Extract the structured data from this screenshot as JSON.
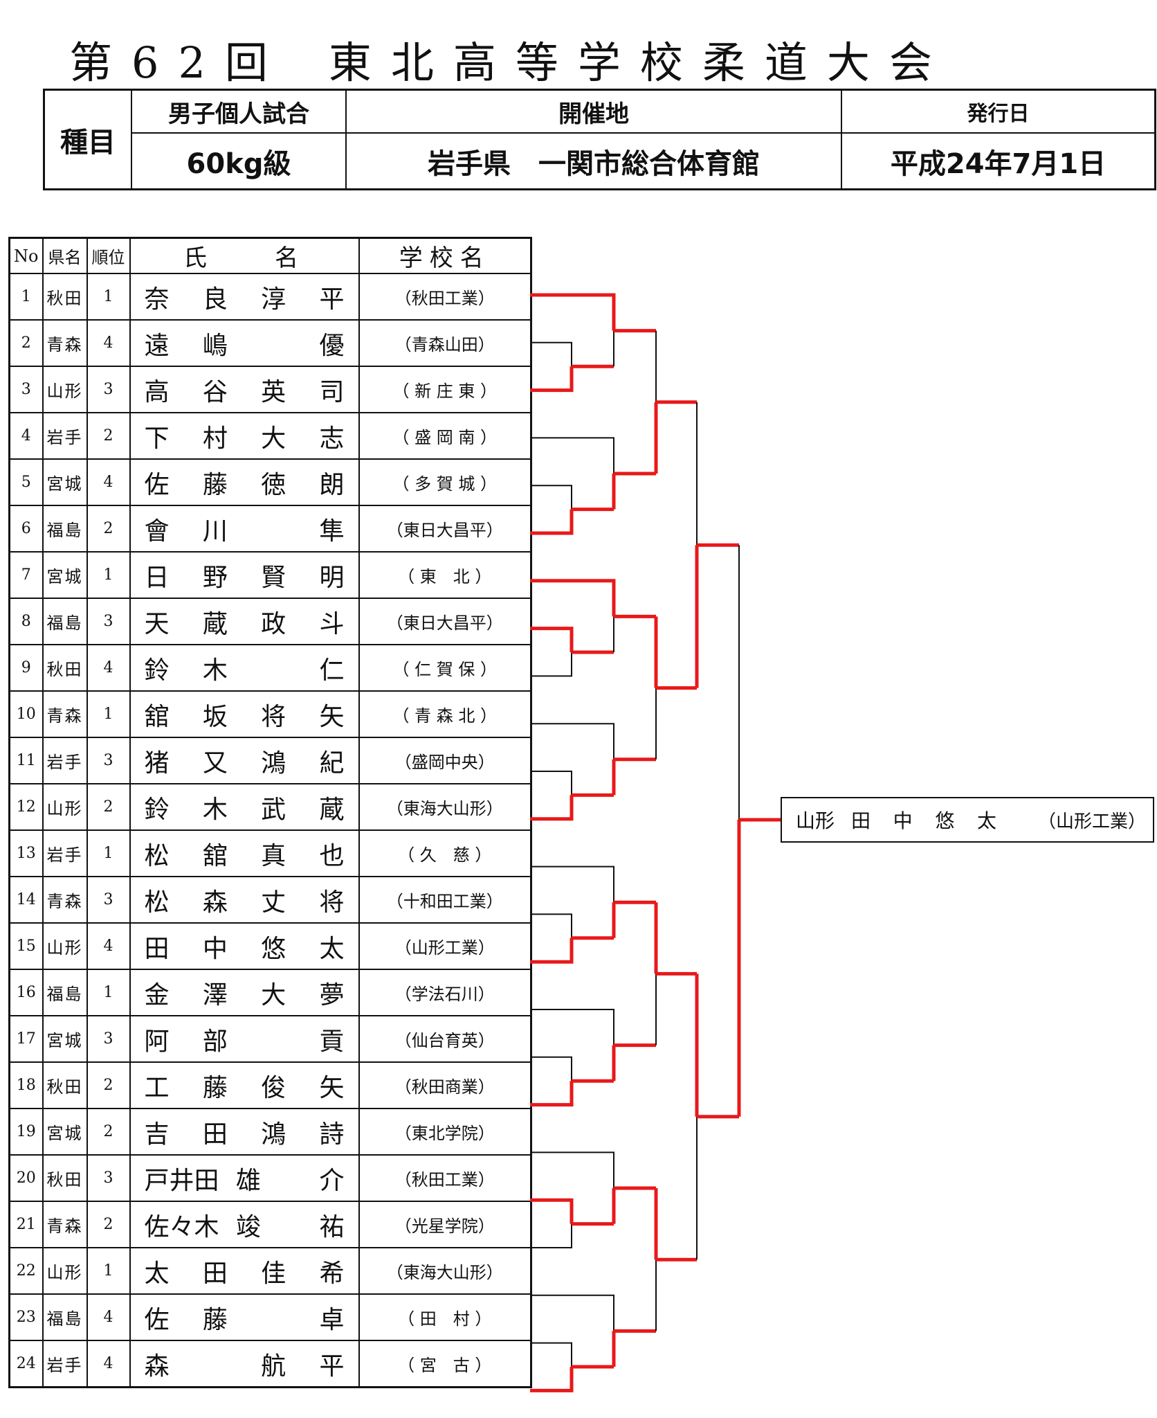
{
  "title": {
    "main": "第62回",
    "sub": "東北高等学校柔道大会"
  },
  "header": {
    "kind_label": "種目",
    "event_label": "男子個人試合",
    "event_value": "60kg級",
    "venue_label": "開催地",
    "venue_value": "岩手県　一関市総合体育館",
    "date_label": "発行日",
    "date_value": "平成24年7月1日"
  },
  "table_headers": {
    "no": "No",
    "pref": "県名",
    "rank": "順位",
    "name": "氏　　名",
    "school": "学校名"
  },
  "entries": [
    {
      "no": "1",
      "pref": "秋田",
      "rank": "1",
      "name": [
        "奈",
        "良",
        "淳",
        "平"
      ],
      "school": "（秋田工業）"
    },
    {
      "no": "2",
      "pref": "青森",
      "rank": "4",
      "name": [
        "遠",
        "嶋",
        "",
        "優"
      ],
      "school": "（青森山田）"
    },
    {
      "no": "3",
      "pref": "山形",
      "rank": "3",
      "name": [
        "高",
        "谷",
        "英",
        "司"
      ],
      "school": "（ 新 庄 東 ）"
    },
    {
      "no": "4",
      "pref": "岩手",
      "rank": "2",
      "name": [
        "下",
        "村",
        "大",
        "志"
      ],
      "school": "（ 盛 岡 南 ）"
    },
    {
      "no": "5",
      "pref": "宮城",
      "rank": "4",
      "name": [
        "佐",
        "藤",
        "徳",
        "朗"
      ],
      "school": "（ 多 賀 城 ）"
    },
    {
      "no": "6",
      "pref": "福島",
      "rank": "2",
      "name": [
        "會",
        "川",
        "",
        "隼"
      ],
      "school": "（東日大昌平）"
    },
    {
      "no": "7",
      "pref": "宮城",
      "rank": "1",
      "name": [
        "日",
        "野",
        "賢",
        "明"
      ],
      "school": "（ 東　北 ）"
    },
    {
      "no": "8",
      "pref": "福島",
      "rank": "3",
      "name": [
        "天",
        "蔵",
        "政",
        "斗"
      ],
      "school": "（東日大昌平）"
    },
    {
      "no": "9",
      "pref": "秋田",
      "rank": "4",
      "name": [
        "鈴",
        "木",
        "",
        "仁"
      ],
      "school": "（ 仁 賀 保 ）"
    },
    {
      "no": "10",
      "pref": "青森",
      "rank": "1",
      "name": [
        "舘",
        "坂",
        "将",
        "矢"
      ],
      "school": "（ 青 森 北 ）"
    },
    {
      "no": "11",
      "pref": "岩手",
      "rank": "3",
      "name": [
        "猪",
        "又",
        "鴻",
        "紀"
      ],
      "school": "（盛岡中央）"
    },
    {
      "no": "12",
      "pref": "山形",
      "rank": "2",
      "name": [
        "鈴",
        "木",
        "武",
        "蔵"
      ],
      "school": "（東海大山形）"
    },
    {
      "no": "13",
      "pref": "岩手",
      "rank": "1",
      "name": [
        "松",
        "舘",
        "真",
        "也"
      ],
      "school": "（ 久　慈 ）"
    },
    {
      "no": "14",
      "pref": "青森",
      "rank": "3",
      "name": [
        "松",
        "森",
        "丈",
        "将"
      ],
      "school": "（十和田工業）"
    },
    {
      "no": "15",
      "pref": "山形",
      "rank": "4",
      "name": [
        "田",
        "中",
        "悠",
        "太"
      ],
      "school": "（山形工業）"
    },
    {
      "no": "16",
      "pref": "福島",
      "rank": "1",
      "name": [
        "金",
        "澤",
        "大",
        "夢"
      ],
      "school": "（学法石川）"
    },
    {
      "no": "17",
      "pref": "宮城",
      "rank": "3",
      "name": [
        "阿",
        "部",
        "",
        "貢"
      ],
      "school": "（仙台育英）"
    },
    {
      "no": "18",
      "pref": "秋田",
      "rank": "2",
      "name": [
        "工",
        "藤",
        "俊",
        "矢"
      ],
      "school": "（秋田商業）"
    },
    {
      "no": "19",
      "pref": "宮城",
      "rank": "2",
      "name": [
        "吉",
        "田",
        "鴻",
        "詩"
      ],
      "school": "（東北学院）"
    },
    {
      "no": "20",
      "pref": "秋田",
      "rank": "3",
      "name": [
        "戸井田",
        "雄",
        "",
        "介"
      ],
      "school": "（秋田工業）"
    },
    {
      "no": "21",
      "pref": "青森",
      "rank": "2",
      "name": [
        "佐々木",
        "竣",
        "",
        "祐"
      ],
      "school": "（光星学院）"
    },
    {
      "no": "22",
      "pref": "山形",
      "rank": "1",
      "name": [
        "太",
        "田",
        "佳",
        "希"
      ],
      "school": "（東海大山形）"
    },
    {
      "no": "23",
      "pref": "福島",
      "rank": "4",
      "name": [
        "佐",
        "藤",
        "",
        "卓"
      ],
      "school": "（ 田　村 ）"
    },
    {
      "no": "24",
      "pref": "岩手",
      "rank": "4",
      "name": [
        "森",
        "",
        "航",
        "平"
      ],
      "school": "（ 宮　古 ）"
    }
  ],
  "winner": {
    "pref": "山形",
    "name": [
      "田",
      "中",
      "悠",
      "太"
    ],
    "school": "（山形工業）"
  },
  "colors": {
    "win_line": "#e8191a",
    "line": "#111111"
  }
}
